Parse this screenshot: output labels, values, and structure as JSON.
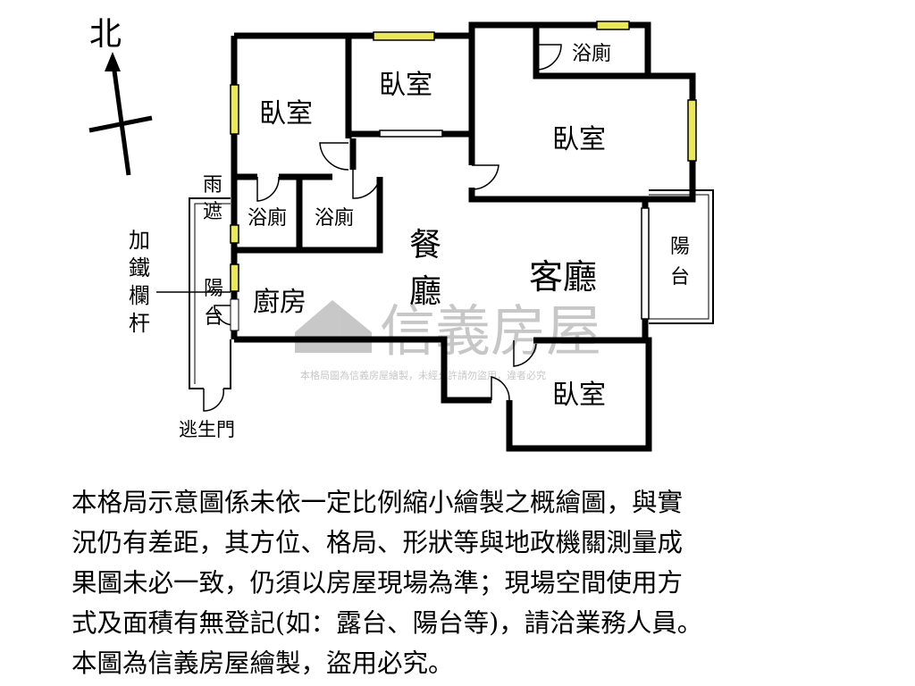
{
  "compass": {
    "north_label": "北"
  },
  "rooms": {
    "bedroom_nw": "臥室",
    "bedroom_n": "臥室",
    "bathroom_ne": "浴廁",
    "bedroom_ne": "臥室",
    "bathroom_1": "浴廁",
    "bathroom_2": "浴廁",
    "dining_1": "餐",
    "dining_2": "廳",
    "living": "客廳",
    "kitchen": "廚房",
    "bedroom_se": "臥室"
  },
  "balcony_east": {
    "line1": "陽",
    "line2": "台"
  },
  "balcony_west": {
    "line1": "陽",
    "line2": "台"
  },
  "rain_shelter": {
    "line1": "雨",
    "line2": "遮"
  },
  "iron_railing": {
    "line1": "加",
    "line2": "鐵",
    "line3": "欄",
    "line4": "杆"
  },
  "escape_door": "逃生門",
  "watermark": {
    "brand": "信義房屋",
    "notice": "本格局圖為信義房屋繪製，未經允許請勿盜用，違者必究"
  },
  "disclaimer_lines": [
    "本格局示意圖係未依一定比例縮小繪製之概繪圖，與實",
    "況仍有差距，其方位、格局、形狀等與地政機關測量成",
    "果圖未必一致，仍須以房屋現場為準；現場空間使用方",
    "式及面積有無登記(如：露台、陽台等)，請洽業務人員。",
    "本圖為信義房屋繪製，盜用必究。"
  ],
  "colors": {
    "wall": "#000000",
    "window": "#e8e85a",
    "watermark": "#b0b0b0"
  }
}
